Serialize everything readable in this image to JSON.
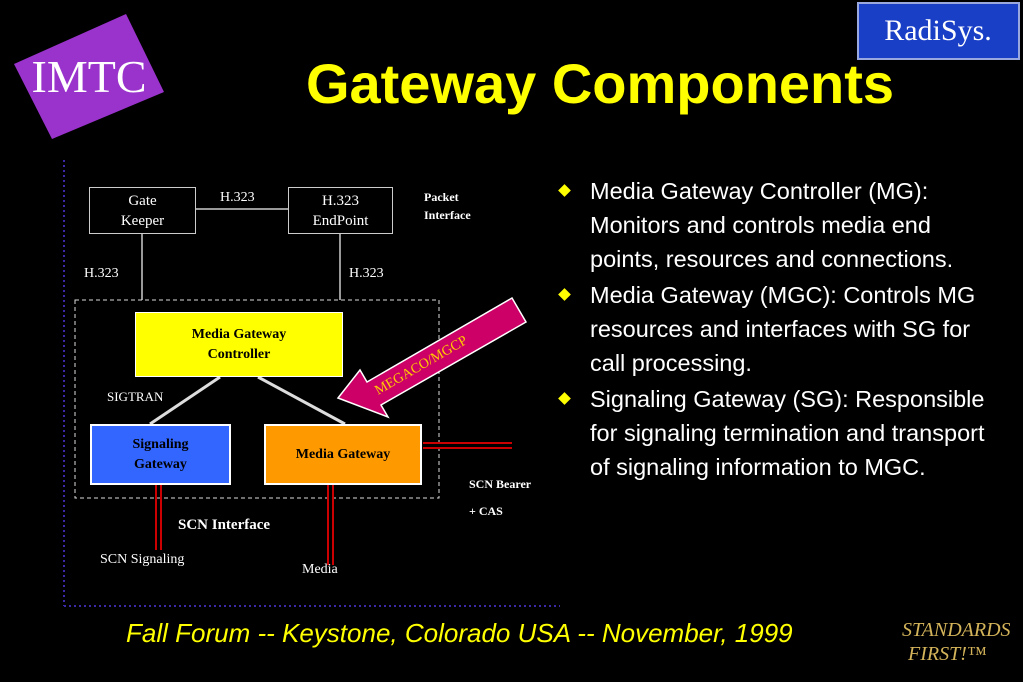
{
  "slide": {
    "title": "Gateway Components",
    "footer": "Fall Forum -- Keystone, Colorado USA -- November, 1999",
    "logos": {
      "imtc": "IMTC",
      "radisys": "RadiSys.",
      "standards_line1": "STANDARDS",
      "standards_line2": "FIRST!™"
    },
    "colors": {
      "title": "#ffff00",
      "background": "#000000",
      "separator": "#3a2aa8",
      "mgc": "#ffff00",
      "sg": "#3366ff",
      "mg": "#ff9900",
      "arrow": "#cc0066"
    }
  },
  "diagram": {
    "gatekeeper": "Gate\nKeeper",
    "endpoint": "H.323\nEndPoint",
    "h323_top": "H.323",
    "h323_left": "H.323",
    "h323_right": "H.323",
    "packet_interface": "Packet\nInterface",
    "mgc": "Media Gateway\nController",
    "arrow_label": "MEGACO/MGCP",
    "sigtran": "SIGTRAN",
    "signaling_gateway": "Signaling\nGateway",
    "media_gateway": "Media Gateway",
    "scn_bearer": "SCN Bearer",
    "cas": "+ CAS",
    "scn_interface": "SCN Interface",
    "scn_signaling": "SCN Signaling",
    "media": "Media"
  },
  "bullets": [
    "Media Gateway Controller (MG): Monitors and controls media end points, resources and connections.",
    "Media Gateway (MGC): Controls MG resources and interfaces with SG for call processing.",
    "Signaling Gateway (SG): Responsible for signaling termination and transport of signaling information to MGC."
  ]
}
